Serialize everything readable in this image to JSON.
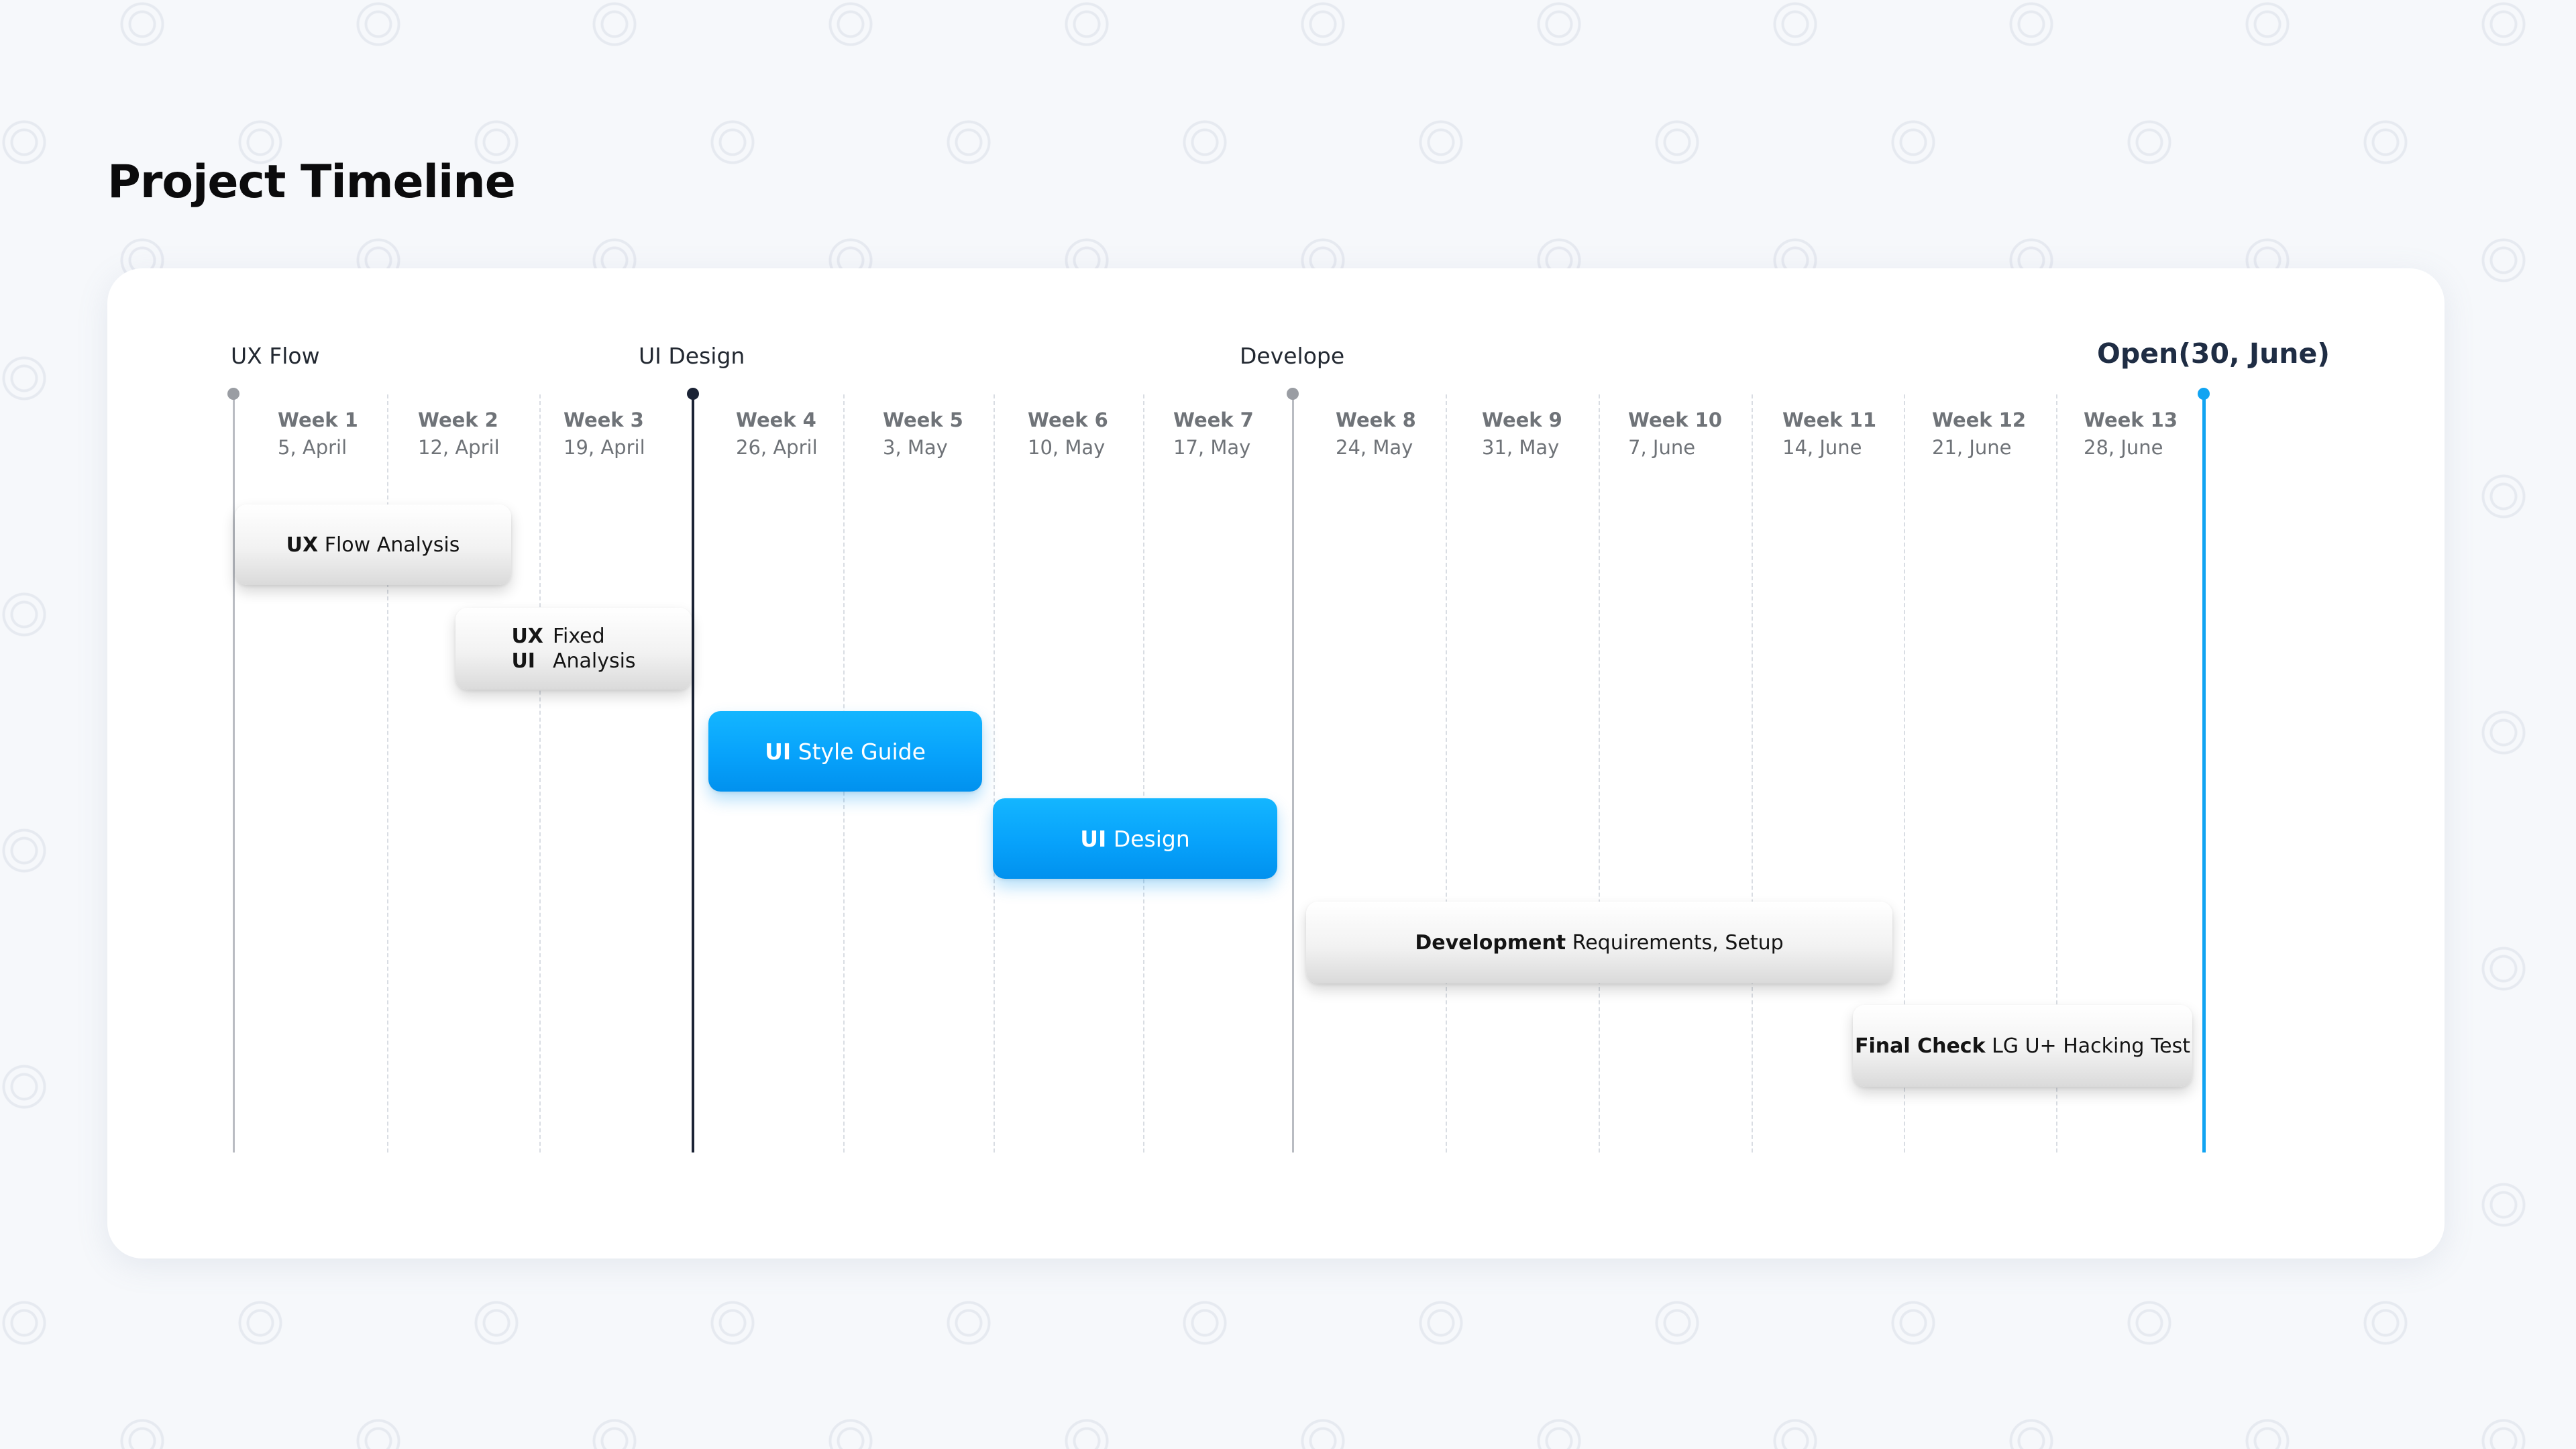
{
  "page": {
    "title": "Project Timeline"
  },
  "phases": {
    "ux_flow": "UX Flow",
    "ui_design": "UI Design",
    "develope": "Develope",
    "open": "Open(30, June)"
  },
  "weeks": [
    {
      "label": "Week 1",
      "date": "5, April"
    },
    {
      "label": "Week 2",
      "date": "12, April"
    },
    {
      "label": "Week 3",
      "date": "19, April"
    },
    {
      "label": "Week 4",
      "date": "26, April"
    },
    {
      "label": "Week 5",
      "date": "3, May"
    },
    {
      "label": "Week 6",
      "date": "10, May"
    },
    {
      "label": "Week 7",
      "date": "17, May"
    },
    {
      "label": "Week 8",
      "date": "24, May"
    },
    {
      "label": "Week 9",
      "date": "31, May"
    },
    {
      "label": "Week 10",
      "date": "7, June"
    },
    {
      "label": "Week 11",
      "date": "14, June"
    },
    {
      "label": "Week 12",
      "date": "21, June"
    },
    {
      "label": "Week 13",
      "date": "28, June"
    }
  ],
  "tasks": {
    "ux_flow_analysis": {
      "bold": "UX",
      "text": "Flow Analysis"
    },
    "ux_fixed_ui_analysis": {
      "bold1": "UX",
      "text1": "Fixed",
      "bold2": "UI",
      "text2": "Analysis"
    },
    "ui_style_guide": {
      "bold": "UI",
      "text": "Style Guide"
    },
    "ui_design": {
      "bold": "UI",
      "text": "Design"
    },
    "development": {
      "bold": "Development",
      "text": "Requirements, Setup"
    },
    "final_check": {
      "bold": "Final Check",
      "text": "LG U+ Hacking Test"
    }
  },
  "colors": {
    "accent_blue": "#11a4f2",
    "milestone_navy": "#1b2335",
    "milestone_grey": "#9a9da3",
    "background": "#f6f8fb"
  }
}
